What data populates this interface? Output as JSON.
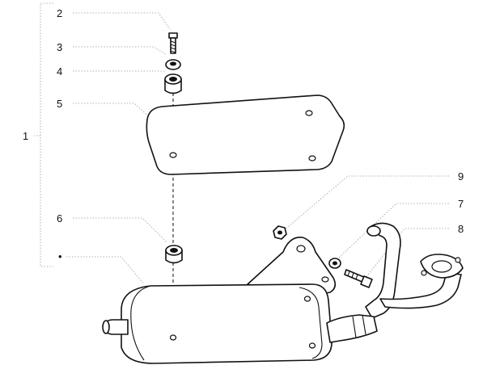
{
  "callouts": {
    "c1": "1",
    "c2": "2",
    "c3": "3",
    "c4": "4",
    "c5": "5",
    "c6": "6",
    "c7": "7",
    "c8": "8",
    "c9": "9",
    "dot": "•"
  }
}
